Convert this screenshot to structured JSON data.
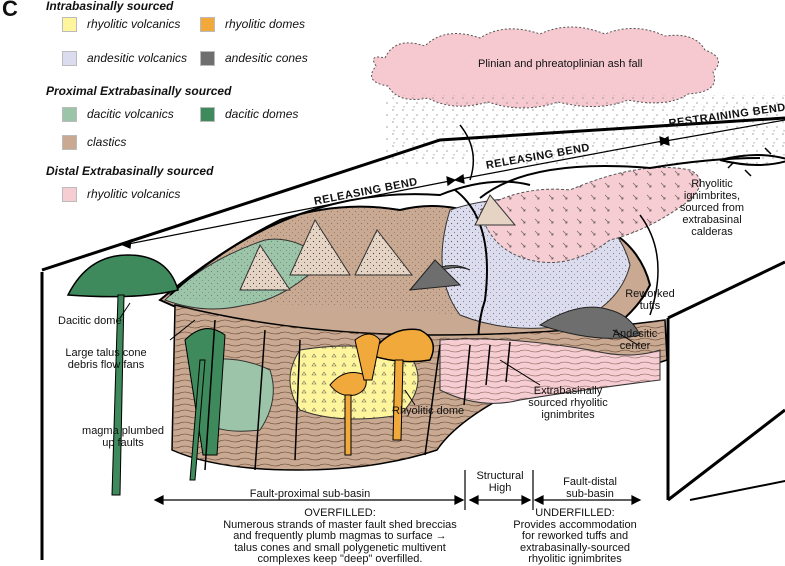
{
  "panel_label": "C",
  "legend": {
    "groups": [
      {
        "heading": "Intrabasinally sourced",
        "items": [
          {
            "label": "rhyolitic volcanics",
            "color": "#fff59d"
          },
          {
            "label": "rhyolitic domes",
            "color": "#f2a93b"
          },
          {
            "label": "andesitic volcanics",
            "color": "#dcdcef"
          },
          {
            "label": "andesitic cones",
            "color": "#6e6e6e"
          }
        ]
      },
      {
        "heading": "Proximal Extrabasinally sourced",
        "items": [
          {
            "label": "dacitic volcanics",
            "color": "#9cc4a8"
          },
          {
            "label": "dacitic domes",
            "color": "#3f8a5c"
          },
          {
            "label": "clastics",
            "color": "#c9a991"
          }
        ]
      },
      {
        "heading": "Distal Extrabasinally sourced",
        "items": [
          {
            "label": "rhyolitic volcanics",
            "color": "#f6cdd3"
          }
        ]
      }
    ]
  },
  "cloud_label": "Plinian and phreatoplinian ash fall",
  "bends": {
    "releasing_left": "RELEASING BEND",
    "releasing_right": "RELEASING BEND",
    "restraining": "RESTRAINING BEND"
  },
  "labels": {
    "rhyolitic_ignimbrites": [
      "Rhyolitic",
      "ignimbrites,",
      "sourced from",
      "extrabasinal",
      "calderas"
    ],
    "reworked_tuffs": [
      "Reworked",
      "tuffs"
    ],
    "andesitic_center": [
      "Andesitic",
      "center"
    ],
    "dacitic_dome": "Dacitic dome",
    "talus_cone": [
      "Large talus cone",
      "debris flow fans"
    ],
    "magma_plumbed": [
      "magma plumbed",
      "up faults"
    ],
    "rhyolitic_dome": "Rhyolitic dome",
    "extrabasinal_ignimbrites": [
      "Extrabasinally",
      "sourced rhyolitic",
      "ignimbrites"
    ]
  },
  "bottom": {
    "fault_proximal": "Fault-proximal sub-basin",
    "structural_high": [
      "Structural",
      "High"
    ],
    "fault_distal": [
      "Fault-distal",
      "sub-basin"
    ],
    "overfilled": [
      "OVERFILLED:",
      "Numerous strands of master fault shed breccias",
      "and frequently plumb magmas to surface →",
      "talus cones and small polygenetic multivent",
      "complexes keep \"deep\" overfilled."
    ],
    "underfilled": [
      "UNDERFILLED:",
      "Provides accommodation",
      "for reworked tuffs and",
      "extrabasinally-sourced",
      "rhyolitic ignimbrites"
    ]
  }
}
